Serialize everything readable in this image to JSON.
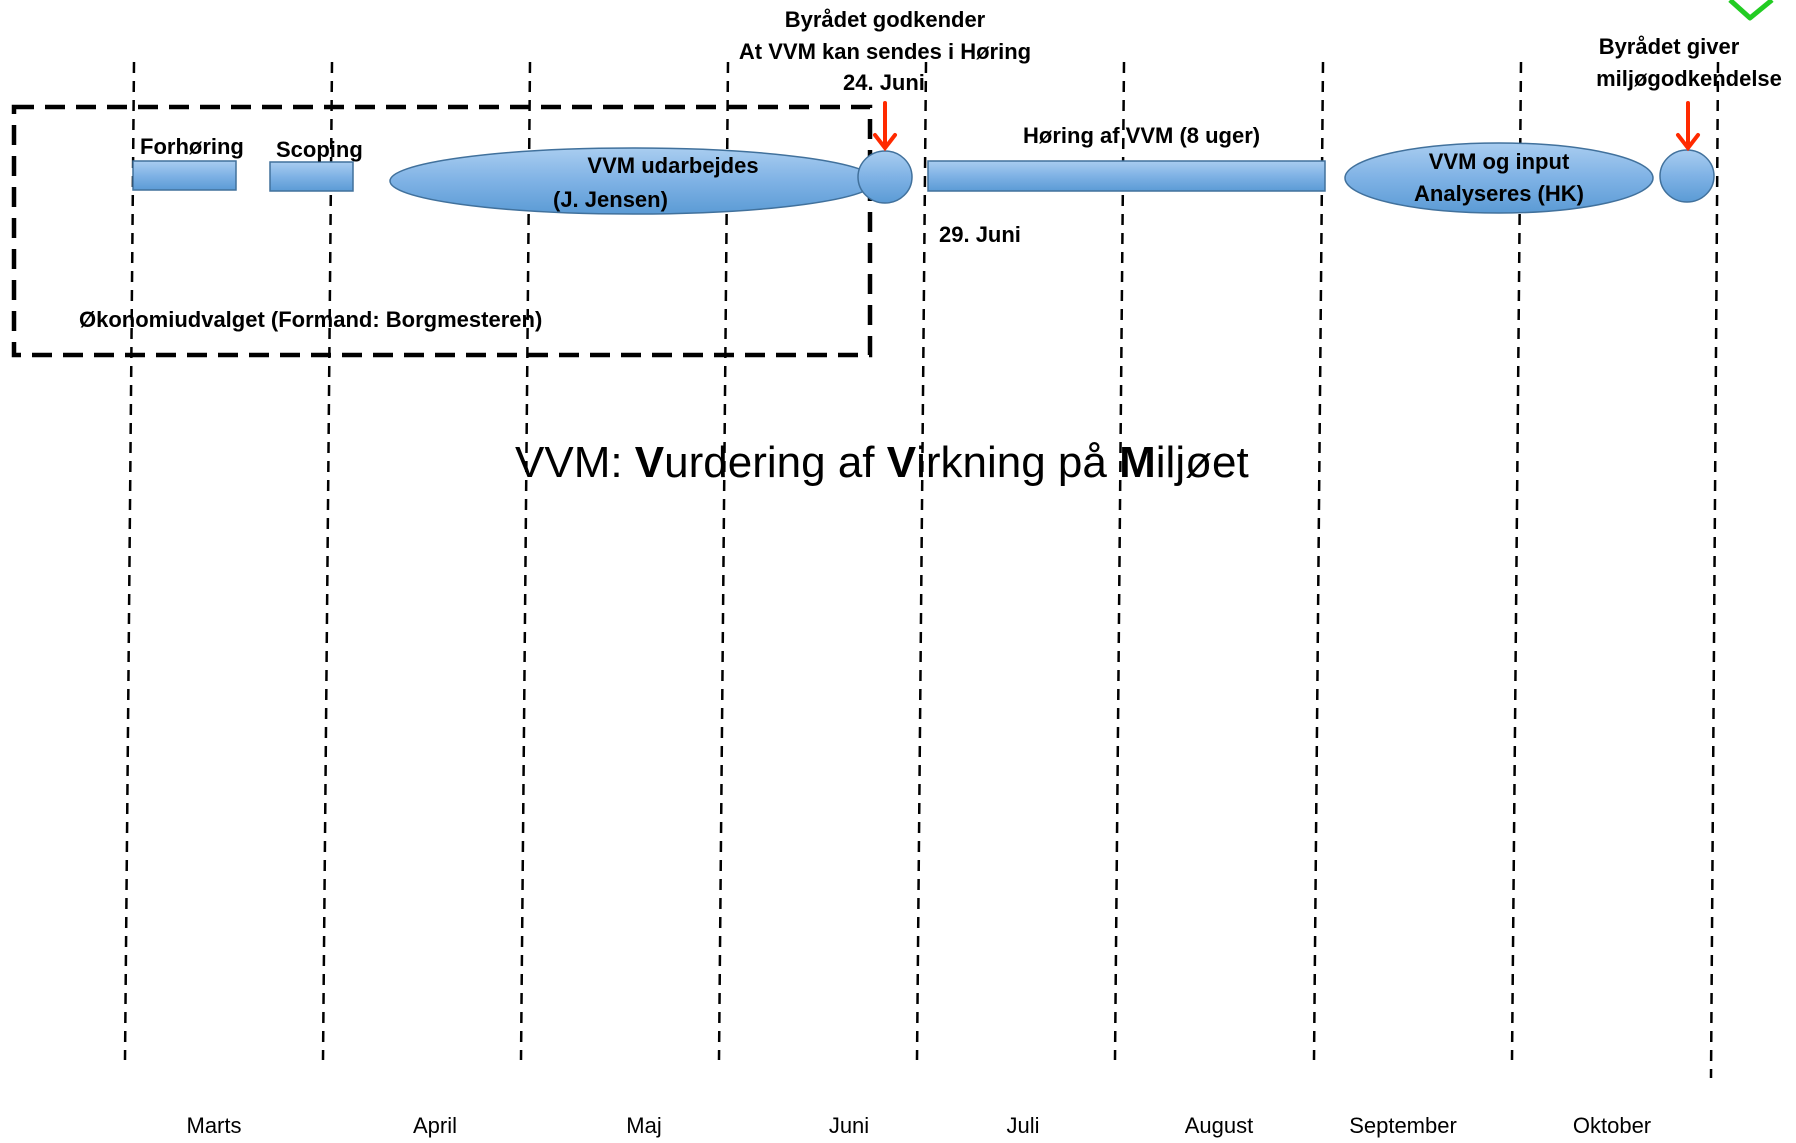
{
  "months": [
    "Marts",
    "April",
    "Maj",
    "Juni",
    "Juli",
    "August",
    "September",
    "Oktober"
  ],
  "title": {
    "prefix": "VVM: ",
    "words": [
      {
        "bold": "V",
        "rest": "urdering af "
      },
      {
        "bold": "V",
        "rest": "irkning på "
      },
      {
        "bold": "M",
        "rest": "iljøet"
      }
    ]
  },
  "labels": {
    "forhoering": "Forhøring",
    "scoping": "Scoping",
    "vvm_udarbejdes_line1": "VVM udarbejdes",
    "vvm_udarbejdes_line2": "(J. Jensen)",
    "okonomiudvalget": "Økonomiudvalget (Formand: Borgmesteren)",
    "byraadet_godkender_line1": "Byrådet godkender",
    "byraadet_godkender_line2": "At VVM kan sendes i Høring",
    "juni_24": "24. Juni",
    "hoering": "Høring af VVM (8 uger)",
    "juni_29": "29. Juni",
    "vvm_input_line1": "VVM og input",
    "vvm_input_line2": "Analyseres (HK)",
    "byraadet_giver_line1": "Byrådet giver",
    "byraadet_giver_line2": "miljøgodkendelse"
  },
  "colors": {
    "shape_fill": "#5b9bd5",
    "shape_fill_light": "#8fbbe6",
    "shape_stroke": "#41719c",
    "arrow": "#ff2a00",
    "checkmark": "#22cc22",
    "divider": "#000000"
  }
}
